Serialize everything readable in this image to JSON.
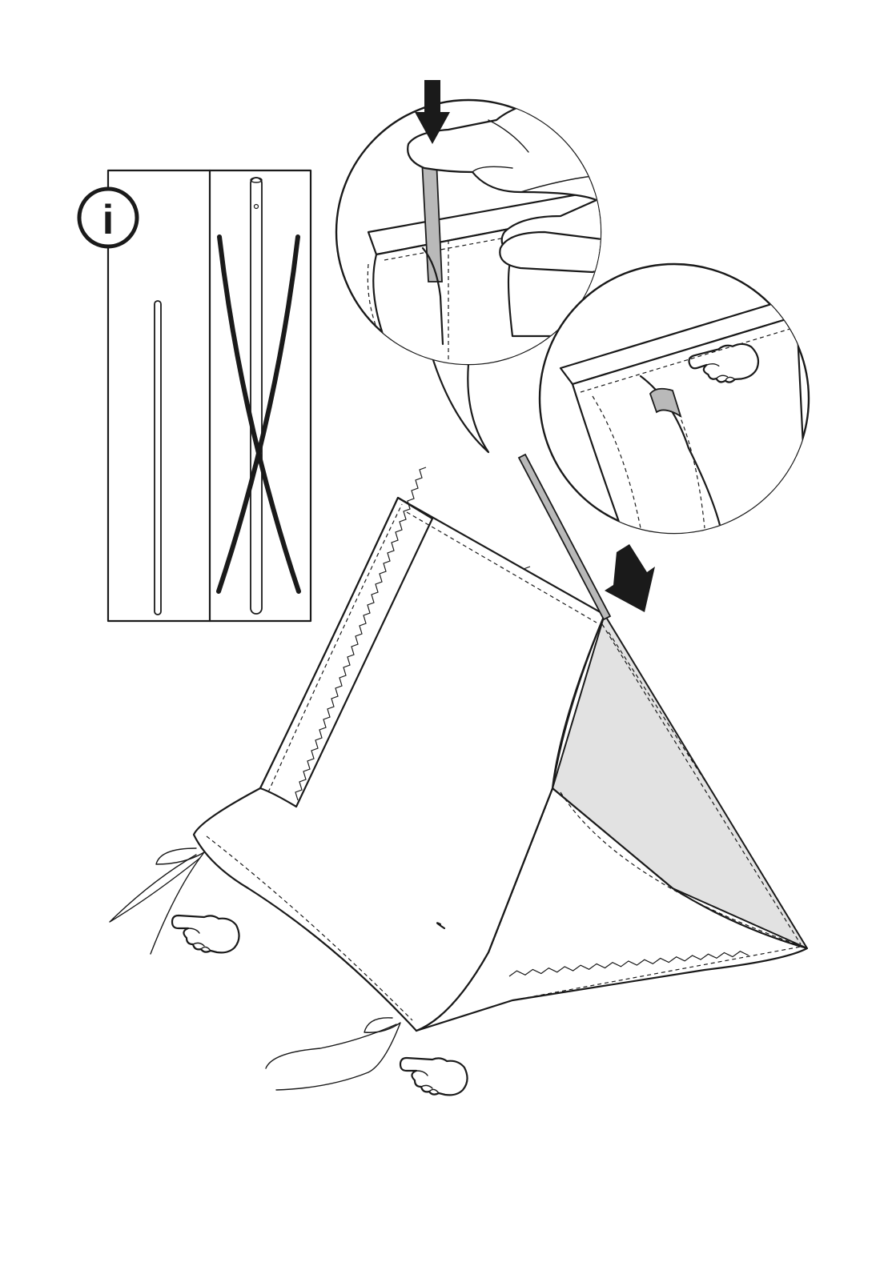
{
  "page": {
    "background": "#ffffff",
    "ink": "#1a1a1a",
    "shade": "#e2e2e2"
  },
  "info_panel": {
    "icon": "info-icon",
    "glyph": "i",
    "left_part": "straight-rod",
    "right_part": "tent-pole-not-bent"
  },
  "detail_views": {
    "top": "hand-pushing-rod-into-sleeve",
    "bottom": "rod-end-in-sleeve-with-pointing-hand"
  },
  "main_view": {
    "object": "tent",
    "hints": [
      "pointing-hand-icon",
      "pointing-hand-icon",
      "pointing-hand-icon"
    ],
    "arrows": [
      "down-arrow-icon",
      "diagonal-arrow-icon"
    ]
  }
}
